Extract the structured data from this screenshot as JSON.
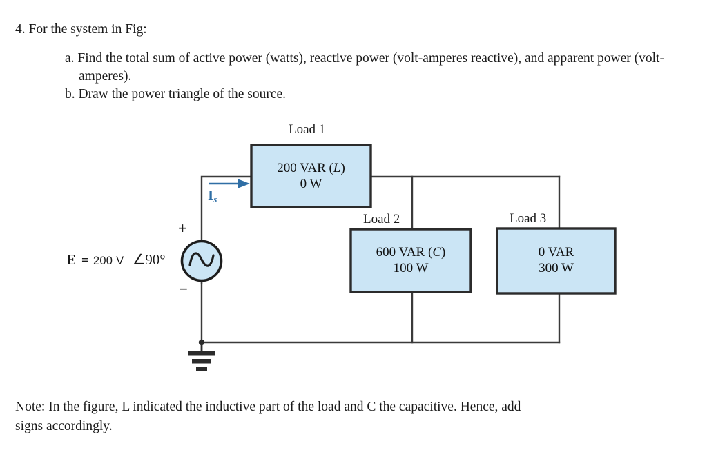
{
  "problem": {
    "intro": "4. For the system in Fig:",
    "sub_a": "a. Find the total sum of active power (watts), reactive power (volt-amperes reactive), and\n    apparent power (volt-amperes).",
    "sub_b": "b. Draw the power triangle of the source."
  },
  "note": {
    "text": "Note: In the figure, L indicated the inductive part of the load and C the capacitive. Hence, add\nsigns accordingly."
  },
  "circuit": {
    "source": {
      "symbol": "E",
      "equals": "=",
      "magnitude": "200 V",
      "angle": "∠90°",
      "plus": "+",
      "minus": "−",
      "icon": "ac-source-icon"
    },
    "current": {
      "label": "I",
      "subscript": "s",
      "color": "#2f6ea5",
      "icon": "current-arrow-icon"
    },
    "ground": {
      "icon": "ground-icon"
    },
    "loads": [
      {
        "caption": "Load 1",
        "reactive": "200 VAR (L)",
        "reactive_value": "200 VAR",
        "reactive_type": "L",
        "active": "0 W"
      },
      {
        "caption": "Load 2",
        "reactive": "600 VAR (C)",
        "reactive_value": "600 VAR",
        "reactive_type": "C",
        "active": "100 W"
      },
      {
        "caption": "Load 3",
        "reactive": "0 VAR",
        "reactive_value": "0 VAR",
        "reactive_type": "",
        "active": "300 W"
      }
    ],
    "colors": {
      "box_fill": "#cbe5f5",
      "box_stroke": "#2b2b2b",
      "wire": "#3a3a3a",
      "accent_blue": "#2f6ea5"
    }
  }
}
